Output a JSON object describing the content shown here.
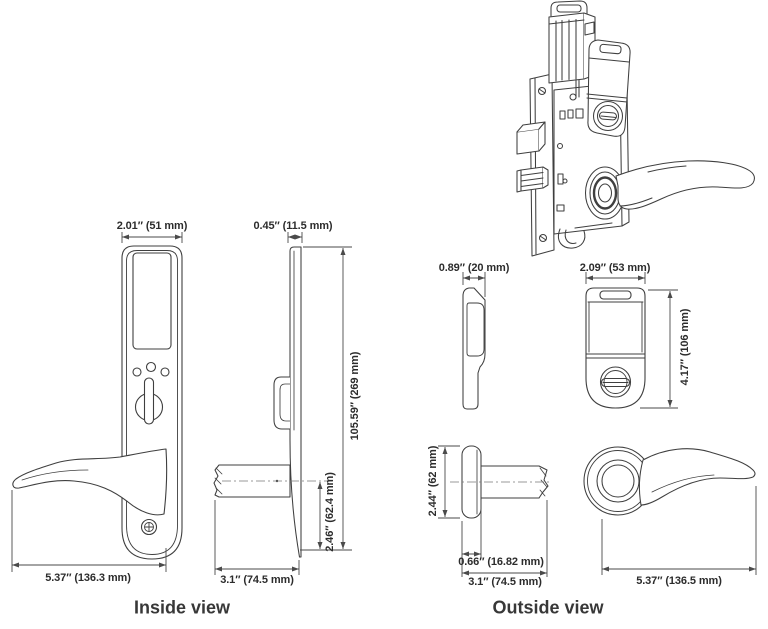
{
  "page": {
    "background": "#ffffff",
    "line_color": "#3f3f3f",
    "dimension_line_color": "#4a4a4a",
    "text_color": "#2c2c2c"
  },
  "views": {
    "inside": {
      "label": "Inside view",
      "dims": {
        "plate_width": "2.01″ (51 mm)",
        "plate_thickness": "0.45″ (11.5 mm)",
        "plate_height": "105.59″ (269 mm)",
        "lever_to_bottom": "2.46″ (62.4 mm)",
        "overall_length": "5.37″ (136.3 mm)",
        "lever_projection": "3.1″ (74.5 mm)"
      }
    },
    "outside": {
      "label": "Outside view",
      "dims": {
        "reader_thickness": "0.89″ (20 mm)",
        "reader_width": "2.09″ (53 mm)",
        "reader_height": "4.17″ (106 mm)",
        "rose_diameter": "2.44″ (62 mm)",
        "rose_thickness": "0.66″ (16.82 mm)",
        "lever_projection": "3.1″ (74.5 mm)",
        "lever_length": "5.37″ (136.5 mm)"
      }
    }
  }
}
